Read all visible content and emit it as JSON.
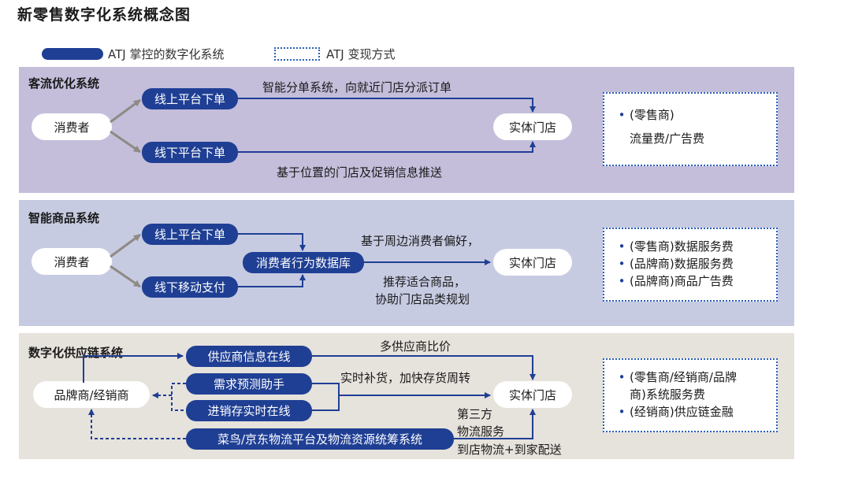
{
  "title": "新零售数字化系统概念图",
  "legend": {
    "solid_label": "ATJ 掌控的数字化系统",
    "dotted_label": "ATJ 变现方式"
  },
  "colors": {
    "accent": "#1f3f94",
    "dotted": "#2a5fb8",
    "panel1": "#c4bedb",
    "panel2": "#c7cbe2",
    "panel3": "#e6e2dc"
  },
  "panels": [
    {
      "title": "客流优化系统",
      "source": "消费者",
      "top_channel": "线上平台下单",
      "bottom_channel": "线下平台下单",
      "top_label": "智能分单系统，向就近门店分派订单",
      "bottom_label": "基于位置的门店及促销信息推送",
      "target": "实体门店",
      "revenue": [
        {
          "text": "(零售商)",
          "bullet": true
        },
        {
          "text": "流量费/广告费",
          "bullet": false
        }
      ]
    },
    {
      "title": "智能商品系统",
      "source": "消费者",
      "top_channel": "线上平台下单",
      "bottom_channel": "线下移动支付",
      "hub": "消费者行为数据库",
      "top_label": "基于周边消费者偏好，",
      "bottom_label_1": "推荐适合商品，",
      "bottom_label_2": "协助门店品类规划",
      "target": "实体门店",
      "revenue": [
        {
          "text": "(零售商)数据服务费",
          "bullet": true
        },
        {
          "text": "(品牌商)数据服务费",
          "bullet": true
        },
        {
          "text": "(品牌商)商品广告费",
          "bullet": true
        }
      ]
    },
    {
      "title": "数字化供应链系统",
      "source": "品牌商/经销商",
      "items": [
        "供应商信息在线",
        "需求预测助手",
        "进销存实时在线",
        "菜鸟/京东物流平台及物流资源统筹系统"
      ],
      "label_supplier": "多供应商比价",
      "label_restock": "实时补货，加快存货周转",
      "label_logistics_1": "第三方",
      "label_logistics_2": "物流服务",
      "label_logistics_3": "到店物流+到家配送",
      "target": "实体门店",
      "revenue": [
        {
          "text": "(零售商/经销商/品牌",
          "bullet": true
        },
        {
          "text": "商)系统服务费",
          "bullet": false
        },
        {
          "text": "(经销商)供应链金融",
          "bullet": true
        }
      ]
    }
  ]
}
